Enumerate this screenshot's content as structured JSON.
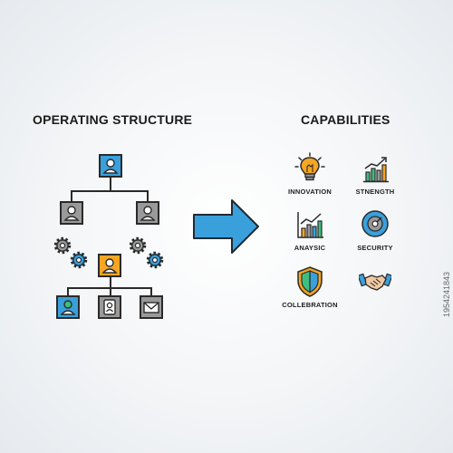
{
  "titles": {
    "left": "OPERATING STRUCTURE",
    "right": "CAPABILITIES"
  },
  "colors": {
    "blue": "#3aa0dc",
    "gray": "#9a9a9a",
    "orange": "#f5a623",
    "green": "#3fbf7f",
    "arrow": "#3aa0dc"
  },
  "org_chart": {
    "top": "person-icon",
    "middle": [
      "person-icon",
      "person-icon"
    ],
    "center": "person-icon",
    "bottom": [
      "person-icon",
      "id-badge-icon",
      "envelope-icon"
    ],
    "gears": 4
  },
  "capabilities": [
    {
      "label": "INNOVATION",
      "icon": "lightbulb-icon"
    },
    {
      "label": "STNENGTH",
      "icon": "growth-chart-icon"
    },
    {
      "label": "ANAYSIC",
      "icon": "analysis-chart-icon"
    },
    {
      "label": "SECURITY",
      "icon": "shield-gauge-icon"
    },
    {
      "label": "COLLEBRATION",
      "icon": "shield-icon"
    },
    {
      "label": "",
      "icon": "handshake-icon"
    }
  ],
  "watermark": "1954241843"
}
